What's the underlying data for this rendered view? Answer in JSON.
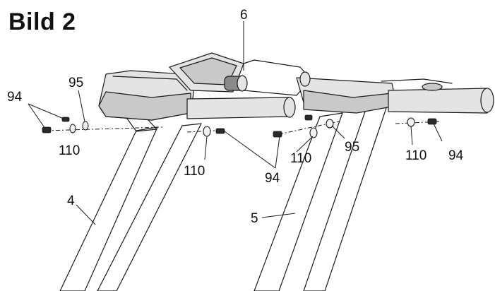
{
  "title": "Bild 2",
  "callouts": {
    "frame_right": "6",
    "screw_left": "94",
    "washer_95_left": "95",
    "washer_110_left": "110",
    "washer_110_mid": "110",
    "screw_mid": "94",
    "washer_110_center": "110",
    "washer_95_right": "95",
    "washer_110_right": "110",
    "screw_right": "94",
    "upright_left": "4",
    "upright_right": "5"
  }
}
